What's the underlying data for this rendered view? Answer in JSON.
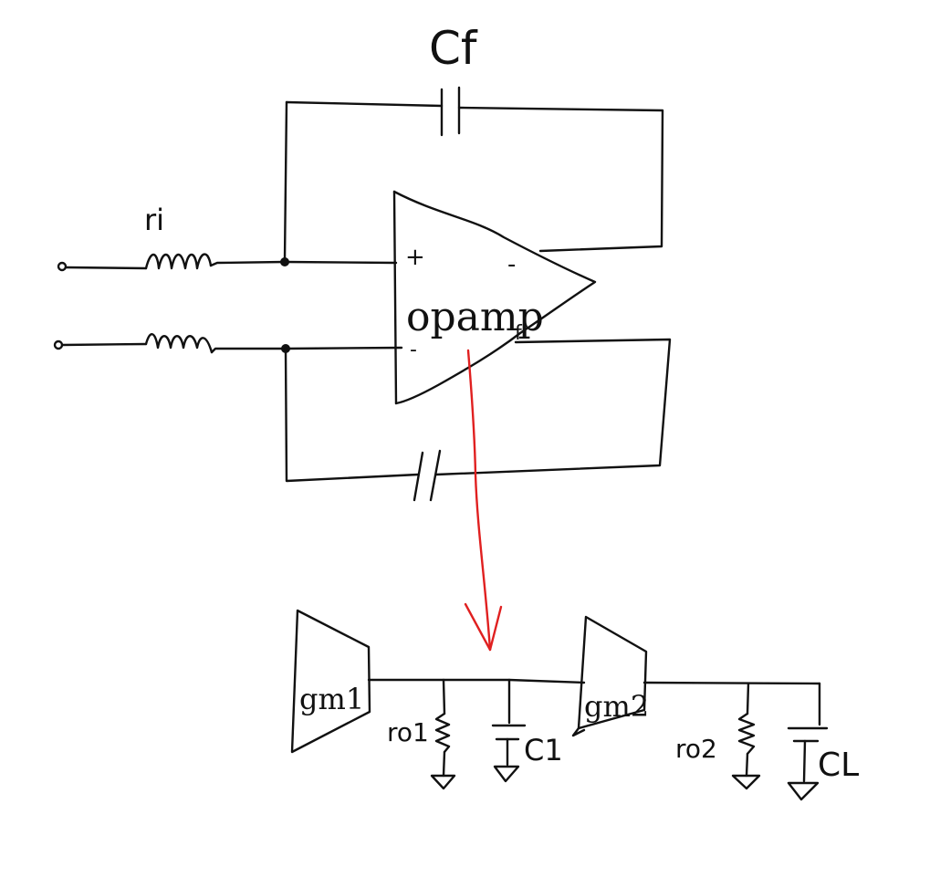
{
  "colors": {
    "ink": "#111111",
    "arrow": "#e02020",
    "background": "#ffffff"
  },
  "labels": {
    "feedback_cap": "Cf",
    "input_resistor": "ri",
    "plus": "+",
    "minus_out": "-",
    "minus_in": "-",
    "opamp": "opamp",
    "opamp_sub": "f",
    "gm1": "gm1",
    "gm2": "gm2",
    "ro1": "ro1",
    "c1": "C1",
    "ro2": "ro2",
    "cl": "CL"
  }
}
